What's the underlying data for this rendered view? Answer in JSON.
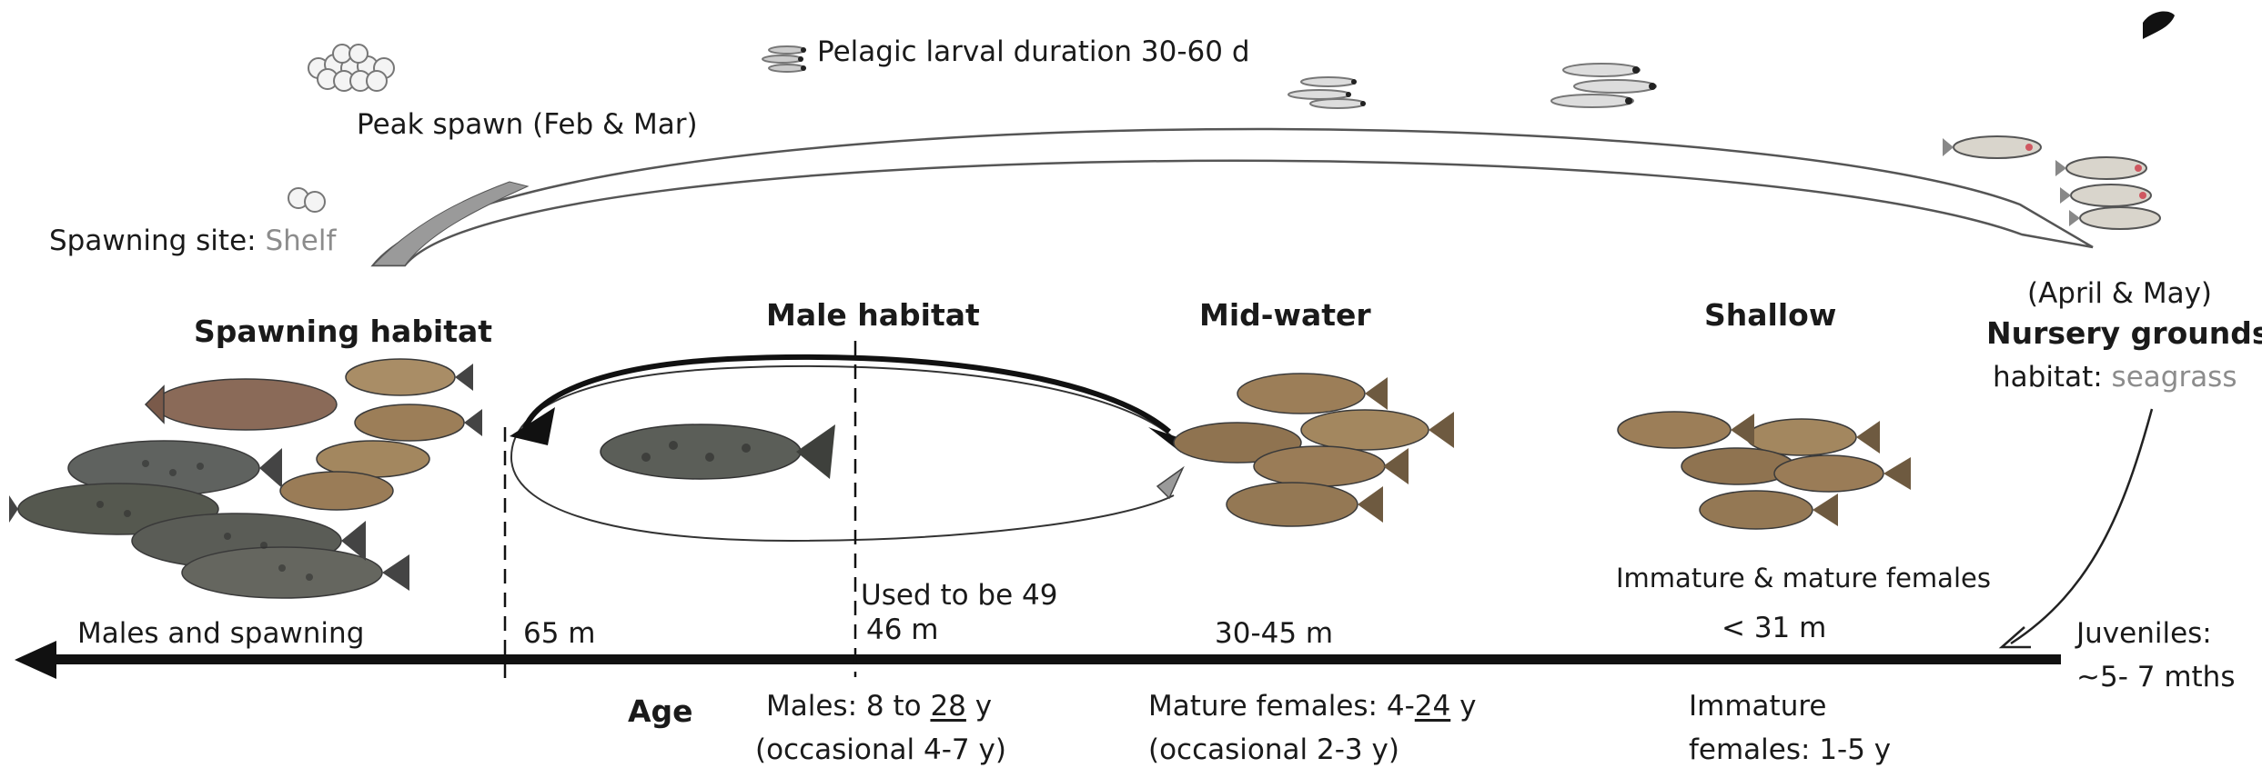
{
  "colors": {
    "arrow_dark": "#111111",
    "arrow_grey": "#8a8a8a",
    "label_grey": "#8c8c8c",
    "fish_brown": "#8a7152",
    "fish_grey": "#5f625f",
    "fish_tan": "#a98d66"
  },
  "top": {
    "pelagic": "Pelagic larval duration 30-60 d",
    "peak_spawn": "Peak spawn (Feb & Mar)",
    "spawning_site_label": "Spawning site: ",
    "spawning_site_value": "Shelf"
  },
  "nursery": {
    "months": "(April & May)",
    "title": "Nursery grounds",
    "habitat_label": "habitat: ",
    "habitat_value": "seagrass"
  },
  "habitats": {
    "spawning": "Spawning habitat",
    "male": "Male habitat",
    "mid_water": "Mid-water",
    "shallow": "Shallow"
  },
  "depths": {
    "males_spawning": "Males and spawning",
    "d65": "65 m",
    "used_to_be": "Used to be 49",
    "d46": "46 m",
    "d30_45": "30-45 m",
    "females_note": "Immature & mature females",
    "d31": "< 31 m",
    "juveniles_1": "Juveniles:",
    "juveniles_2": "~5- 7 mths"
  },
  "ages": {
    "label": "Age",
    "males_a": "Males: 8 to ",
    "males_b": "28",
    "males_c": " y",
    "males_occ": "(occasional 4-7 y)",
    "females_a": "Mature females: 4-",
    "females_b": "24",
    "females_c": " y",
    "females_occ": "(occasional 2-3 y)",
    "immature_1": "Immature",
    "immature_2": "females: 1-5 y"
  }
}
